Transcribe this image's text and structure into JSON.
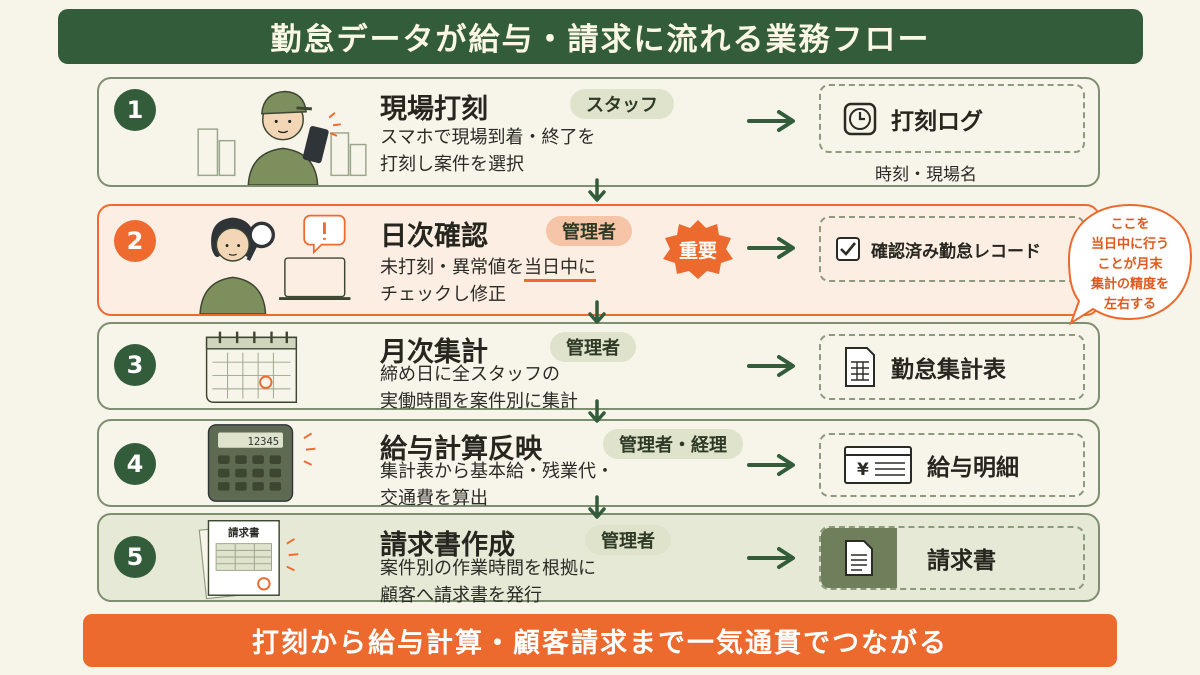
{
  "title": "勤怠データが給与・請求に流れる業務フロー",
  "steps": [
    {
      "num": "1",
      "title": "現場打刻",
      "role": "スタッフ",
      "desc_lines": [
        "スマホで現場到着・終了を",
        "打刻し案件を選択"
      ],
      "output": "打刻ログ",
      "output_sub": "時刻・現場名",
      "output_icon": "clock-icon"
    },
    {
      "num": "2",
      "title": "日次確認",
      "role": "管理者",
      "desc_line1_pre": "未打刻・異常値を",
      "desc_line1_em": "当日中に",
      "desc_line2": "チェックし修正",
      "badge": "重要",
      "output": "確認済み勤怠レコード",
      "output_icon": "checkbox-icon"
    },
    {
      "num": "3",
      "title": "月次集計",
      "role": "管理者",
      "desc_lines": [
        "締め日に全スタッフの",
        "実働時間を案件別に集計"
      ],
      "output": "勤怠集計表",
      "output_icon": "spreadsheet-icon"
    },
    {
      "num": "4",
      "title": "給与計算反映",
      "role": "管理者・経理",
      "desc_lines": [
        "集計表から基本給・残業代・",
        "交通費を算出"
      ],
      "output": "給与明細",
      "output_icon": "payslip-icon"
    },
    {
      "num": "5",
      "title": "請求書作成",
      "role": "管理者",
      "desc_lines": [
        "案件別の作業時間を根拠に",
        "顧客へ請求書を発行"
      ],
      "output": "請求書",
      "output_icon": "invoice-icon"
    }
  ],
  "callout": {
    "lines": [
      "ここを",
      "当日中に行う",
      "ことが月末",
      "集計の精度を",
      "左右する"
    ]
  },
  "illustrations": {
    "calc_display": "12345",
    "invoice_doc_title": "請求書"
  },
  "bottom_banner": "打刻から給与計算・顧客請求まで一気通貫でつながる",
  "colors": {
    "green_dark": "#335d3a",
    "orange": "#ec6a2d",
    "row_border": "#7d8f6e",
    "highlight_row_bg": "#fdeee3"
  }
}
